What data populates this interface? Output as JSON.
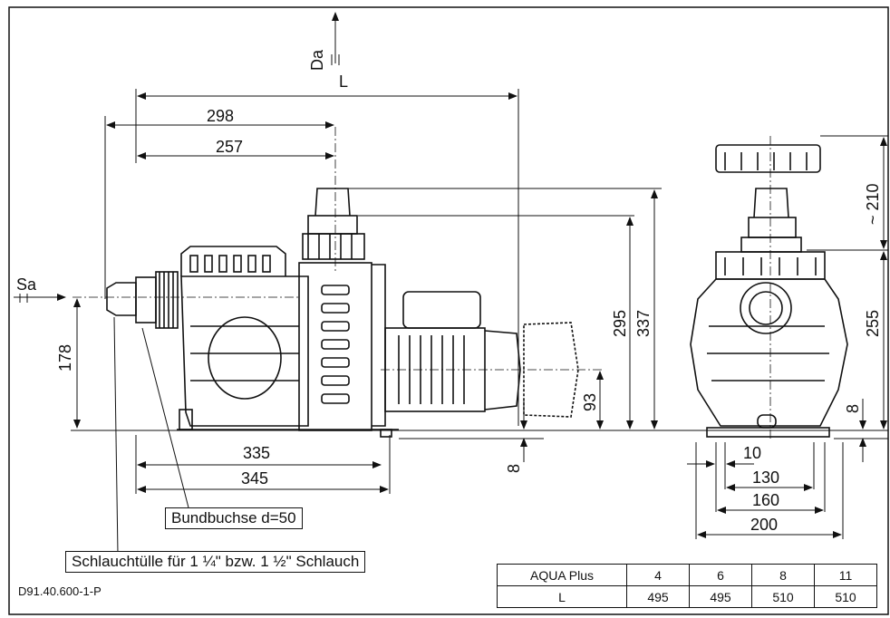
{
  "labels": {
    "outlet_code": "Da",
    "inlet_code": "Sa",
    "length": "L",
    "collar_bushing": "Bundbuchse  d=50",
    "hose_tail": "Schlauchtülle für 1 ¼\"  bzw. 1 ½\" Schlauch",
    "drawing_number": "D91.40.600-1-P"
  },
  "side_view": {
    "d298": "298",
    "d257": "257",
    "d178": "178",
    "d335": "335",
    "d345": "345",
    "d295": "295",
    "d337": "337",
    "d93": "93",
    "d8": "8"
  },
  "front_view": {
    "d210": "~ 210",
    "d255": "255",
    "d8": "8",
    "d10": "10",
    "d130": "130",
    "d160": "160",
    "d200": "200"
  },
  "table": {
    "header_label": "AQUA Plus",
    "row_label": "L",
    "models": [
      "4",
      "6",
      "8",
      "11"
    ],
    "lengths": [
      "495",
      "495",
      "510",
      "510"
    ]
  }
}
